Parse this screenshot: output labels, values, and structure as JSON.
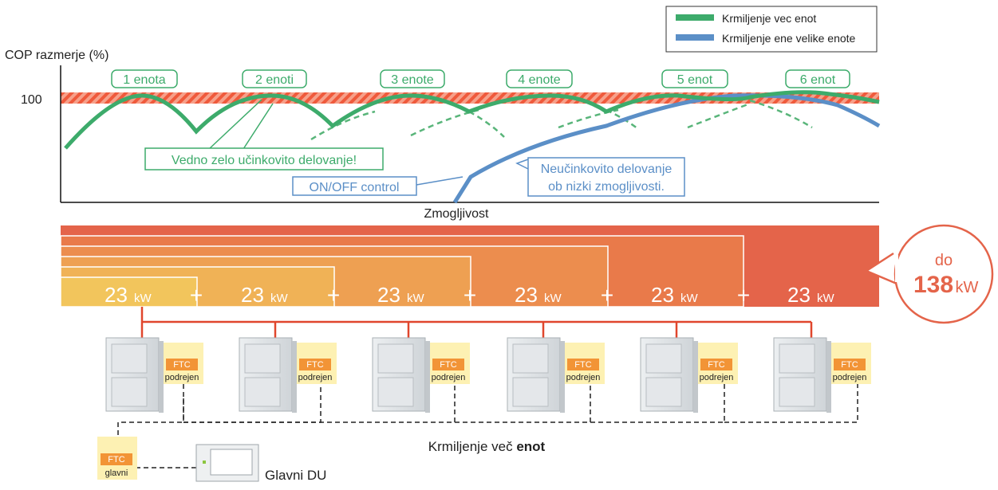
{
  "chart": {
    "ylabel": "COP razmerje (%)",
    "ytick": "100",
    "xlabel": "Zmogljivost",
    "legend": [
      {
        "label": "Krmiljenje vec enot",
        "color": "#3dab6b"
      },
      {
        "label": "Krmiljenje ene velike enote",
        "color": "#5b8fc7"
      }
    ],
    "unit_labels": [
      "1 enota",
      "2 enoti",
      "3 enote",
      "4 enote",
      "5 enot",
      "6 enot"
    ],
    "callout_green": "Vedno zelo učinkovito delovanje!",
    "callout_onoff": "ON/OFF control",
    "callout_blue_line1": "Neučinkovito delovanje",
    "callout_blue_line2": "ob nizki zmogljivosti."
  },
  "capacity": {
    "segment_value": "23",
    "segment_unit": "kW",
    "segment_count": 6,
    "plus_sign": "+",
    "segment_colors": [
      "#f2c55c",
      "#f0b256",
      "#eea052",
      "#ec8d4e",
      "#e97a4a",
      "#e4644a"
    ],
    "bubble_prefix": "do",
    "bubble_value": "138",
    "bubble_unit": "kW"
  },
  "units": {
    "ftc_label": "FTC",
    "slave_label": "podrejen",
    "master_label": "glavni"
  },
  "footer": {
    "control_normal": "Krmiljenje več ",
    "control_bold": "enot",
    "main_du": "Glavni DU"
  }
}
